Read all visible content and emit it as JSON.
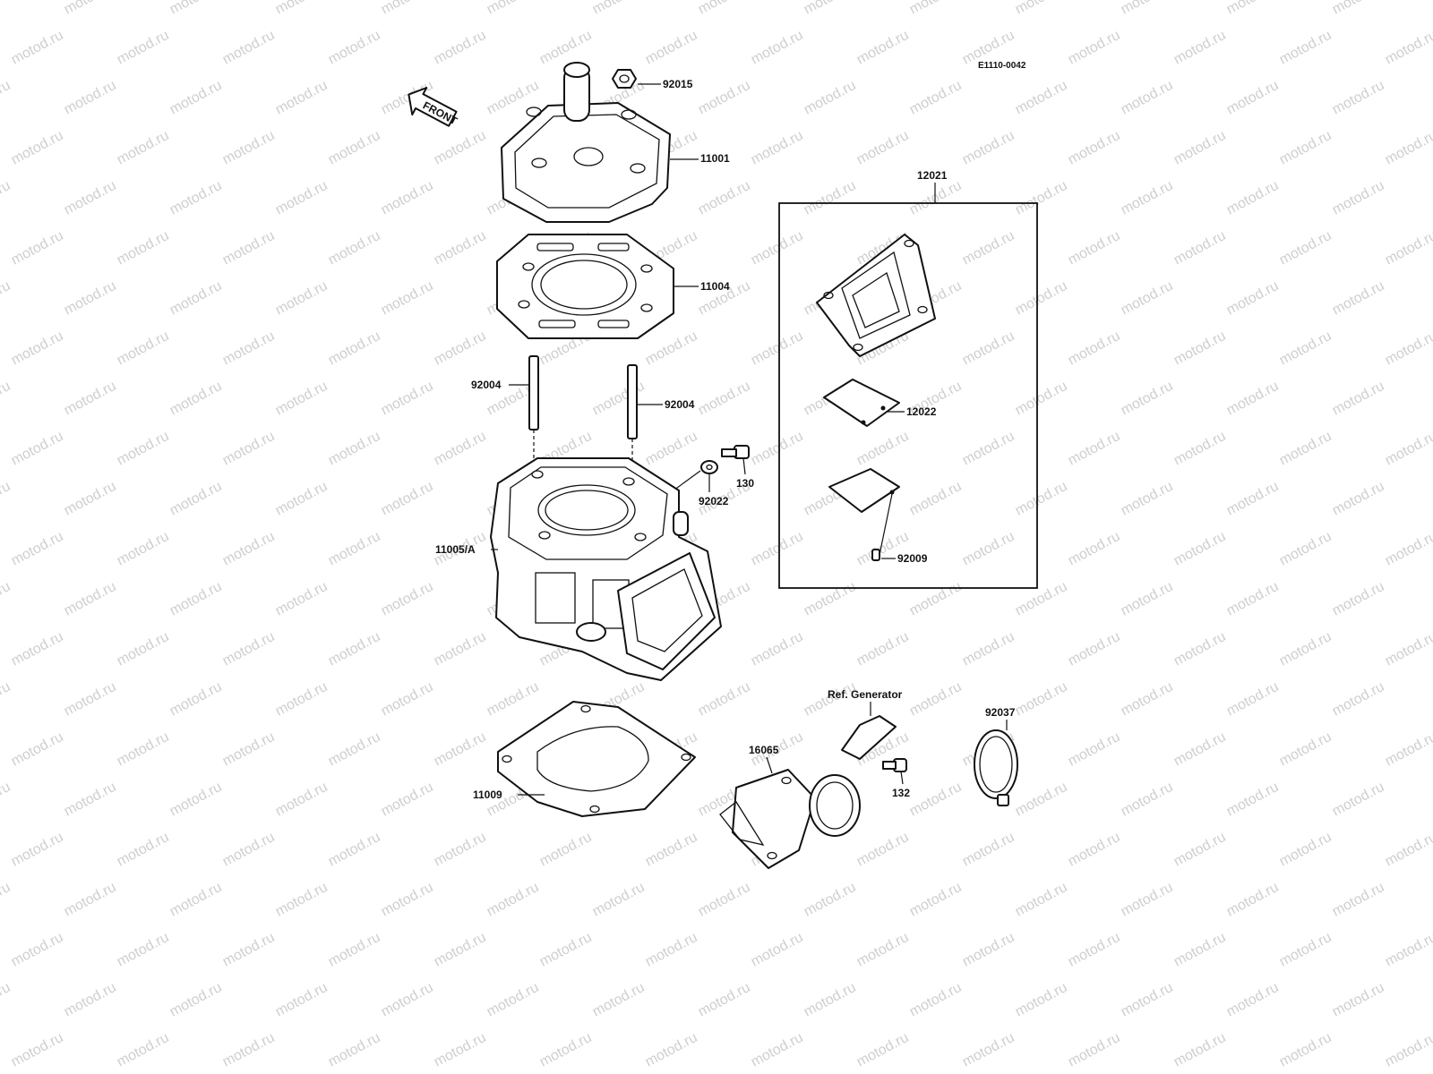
{
  "diagram": {
    "code": "E1110-0042",
    "watermark": "motod.ru",
    "front_label": "FRONT",
    "callouts": {
      "p92015": "92015",
      "p11001": "11001",
      "p11004": "11004",
      "p92004_left": "92004",
      "p92004_right": "92004",
      "p130": "130",
      "p92022": "92022",
      "p11005a": "11005/A",
      "p12021": "12021",
      "p12022": "12022",
      "p92009": "92009",
      "ref_generator": "Ref. Generator",
      "p92037": "92037",
      "p16065": "16065",
      "p132": "132",
      "p11009": "11009"
    }
  }
}
